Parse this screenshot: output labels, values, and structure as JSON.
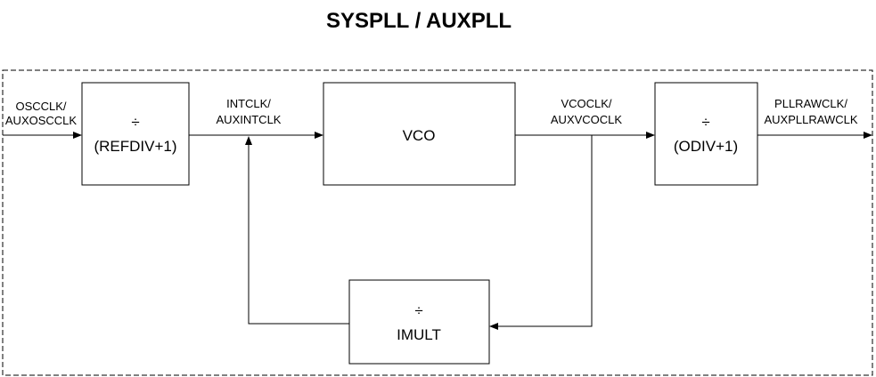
{
  "title": "SYSPLL / AUXPLL",
  "signals": {
    "input": [
      "OSCCLK/",
      "AUXOSCCLK"
    ],
    "int": [
      "INTCLK/",
      "AUXINTCLK"
    ],
    "vco": [
      "VCOCLK/",
      "AUXVCOCLK"
    ],
    "output": [
      "PLLRAWCLK/",
      "AUXPLLRAWCLK"
    ]
  },
  "blocks": {
    "refdiv": {
      "symbol": "÷",
      "label": "(REFDIV+1)"
    },
    "vco": {
      "label": "VCO"
    },
    "odiv": {
      "symbol": "÷",
      "label": "(ODIV+1)"
    },
    "imult": {
      "symbol": "÷",
      "label": "IMULT"
    }
  }
}
